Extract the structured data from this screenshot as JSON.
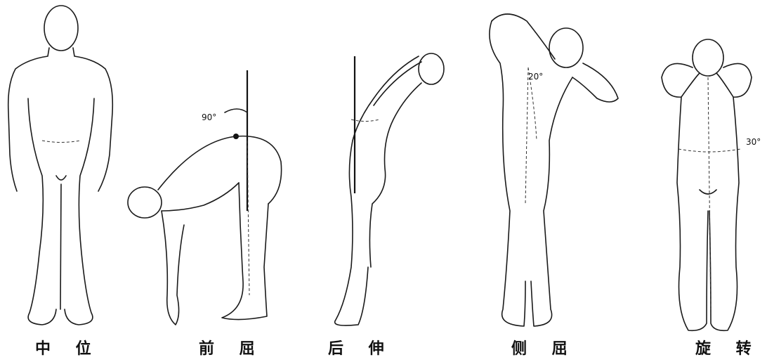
{
  "figures": [
    {
      "caption": "中 位"
    },
    {
      "caption": "前 屈",
      "angle": "90°"
    },
    {
      "caption": "后 伸"
    },
    {
      "caption": "侧 屈",
      "angle": "20°"
    },
    {
      "caption": "旋 转",
      "angle": "30°"
    }
  ]
}
